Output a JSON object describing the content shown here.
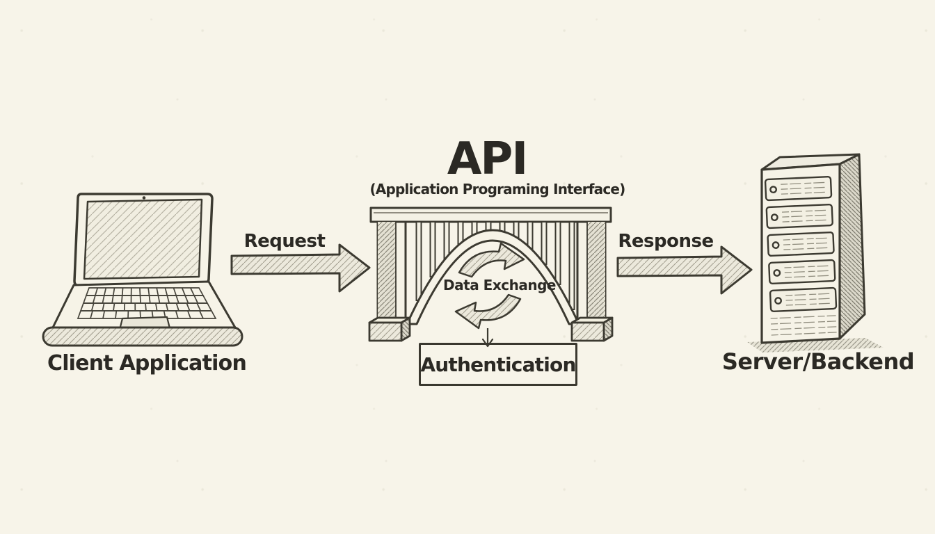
{
  "title": "API",
  "subtitle": "(Application Programing Interface)",
  "nodes": {
    "client": {
      "label": "Client Application",
      "icon": "laptop-illustration"
    },
    "api": {
      "icon": "bridge-illustration",
      "data_exchange": "Data Exchange",
      "authentication": "Authentication"
    },
    "server": {
      "label": "Server/Backend",
      "icon": "server-rack-illustration"
    }
  },
  "edges": {
    "request": {
      "label": "Request",
      "direction": "left-to-right"
    },
    "response": {
      "label": "Response",
      "direction": "left-to-right"
    }
  },
  "colors": {
    "paper": "#f7f4e9",
    "ink": "#3c3a31",
    "text": "#2b2924"
  }
}
